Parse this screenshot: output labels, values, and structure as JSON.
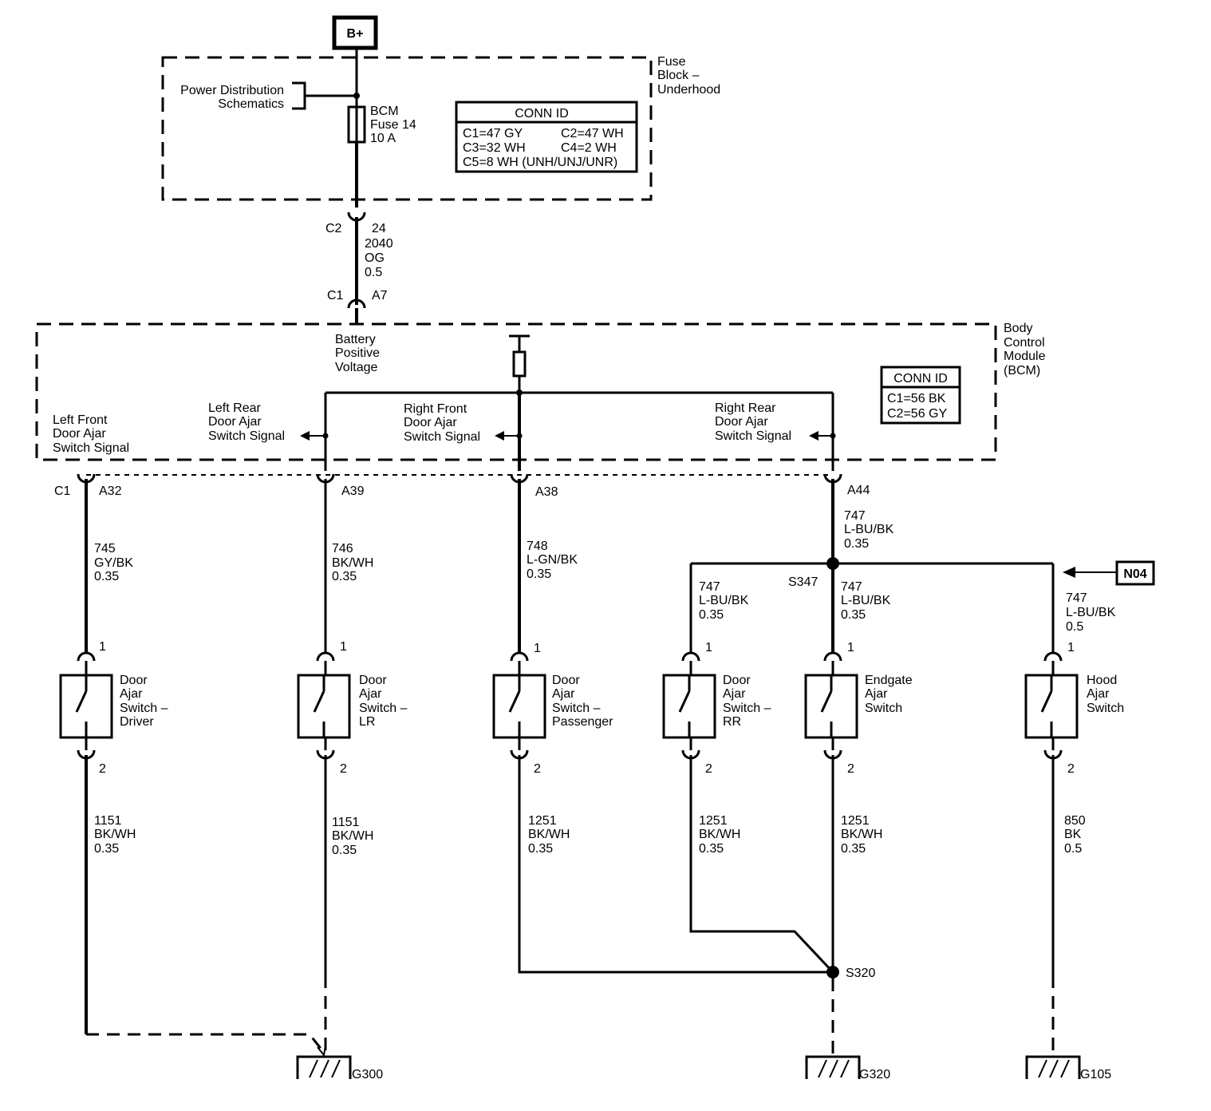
{
  "top_connector": {
    "label": "B+"
  },
  "fuse_block": {
    "title": [
      "Fuse",
      "Block –",
      "Underhood"
    ],
    "power_distribution": [
      "Power Distribution",
      "Schematics"
    ],
    "fuse": [
      "BCM",
      "Fuse 14",
      "10 A"
    ],
    "conn_id": {
      "header": "CONN ID",
      "rows": [
        [
          "C1=47 GY",
          "C2=47 WH"
        ],
        [
          "C3=32 WH",
          "C4=2 WH"
        ],
        [
          "C5=8 WH (UNH/UNJ/UNR)"
        ]
      ]
    }
  },
  "feed_wire": {
    "connector_top": "C2",
    "pin_top": "24",
    "circuit": [
      "2040",
      "OG",
      "0.5"
    ],
    "connector_bottom": "C1",
    "pin_bottom": "A7"
  },
  "bcm": {
    "title": [
      "Body",
      "Control",
      "Module",
      "(BCM)"
    ],
    "battery_positive": [
      "Battery",
      "Positive",
      "Voltage"
    ],
    "conn_id": {
      "header": "CONN ID",
      "rows": [
        "C1=56 BK",
        "C2=56 GY"
      ]
    },
    "signals": {
      "left_front": [
        "Left Front",
        "Door Ajar",
        "Switch Signal"
      ],
      "left_rear": [
        "Left Rear",
        "Door Ajar",
        "Switch Signal"
      ],
      "right_front": [
        "Right Front",
        "Door Ajar",
        "Switch Signal"
      ],
      "right_rear": [
        "Right Rear",
        "Door Ajar",
        "Switch Signal"
      ]
    }
  },
  "bcm_pins": {
    "connector": "C1",
    "a32": "A32",
    "a39": "A39",
    "a38": "A38",
    "a44": "A44"
  },
  "circuits": {
    "driver_upper": [
      "745",
      "GY/BK",
      "0.35"
    ],
    "lr_upper": [
      "746",
      "BK/WH",
      "0.35"
    ],
    "pass_upper": [
      "748",
      "L-GN/BK",
      "0.35"
    ],
    "rr_trunk": [
      "747",
      "L-BU/BK",
      "0.35"
    ],
    "rr_branch": [
      "747",
      "L-BU/BK",
      "0.35"
    ],
    "endgate_branch": [
      "747",
      "L-BU/BK",
      "0.35"
    ],
    "hood_branch": [
      "747",
      "L-BU/BK",
      "0.5"
    ],
    "driver_lower": [
      "1151",
      "BK/WH",
      "0.35"
    ],
    "lr_lower": [
      "1151",
      "BK/WH",
      "0.35"
    ],
    "pass_lower": [
      "1251",
      "BK/WH",
      "0.35"
    ],
    "rr_lower": [
      "1251",
      "BK/WH",
      "0.35"
    ],
    "endgate_lower": [
      "1251",
      "BK/WH",
      "0.35"
    ],
    "hood_lower": [
      "850",
      "BK",
      "0.5"
    ]
  },
  "splices": {
    "s347": "S347",
    "s320": "S320"
  },
  "n04": "N04",
  "pin_numbers": {
    "top": "1",
    "bottom": "2"
  },
  "switches": {
    "driver": [
      "Door",
      "Ajar",
      "Switch –",
      "Driver"
    ],
    "lr": [
      "Door",
      "Ajar",
      "Switch –",
      "LR"
    ],
    "passenger": [
      "Door",
      "Ajar",
      "Switch –",
      "Passenger"
    ],
    "rr": [
      "Door",
      "Ajar",
      "Switch –",
      "RR"
    ],
    "endgate": [
      "Endgate",
      "Ajar",
      "Switch"
    ],
    "hood": [
      "Hood",
      "Ajar",
      "Switch"
    ]
  },
  "grounds": {
    "g300": "G300",
    "g320": "G320",
    "g105": "G105"
  }
}
